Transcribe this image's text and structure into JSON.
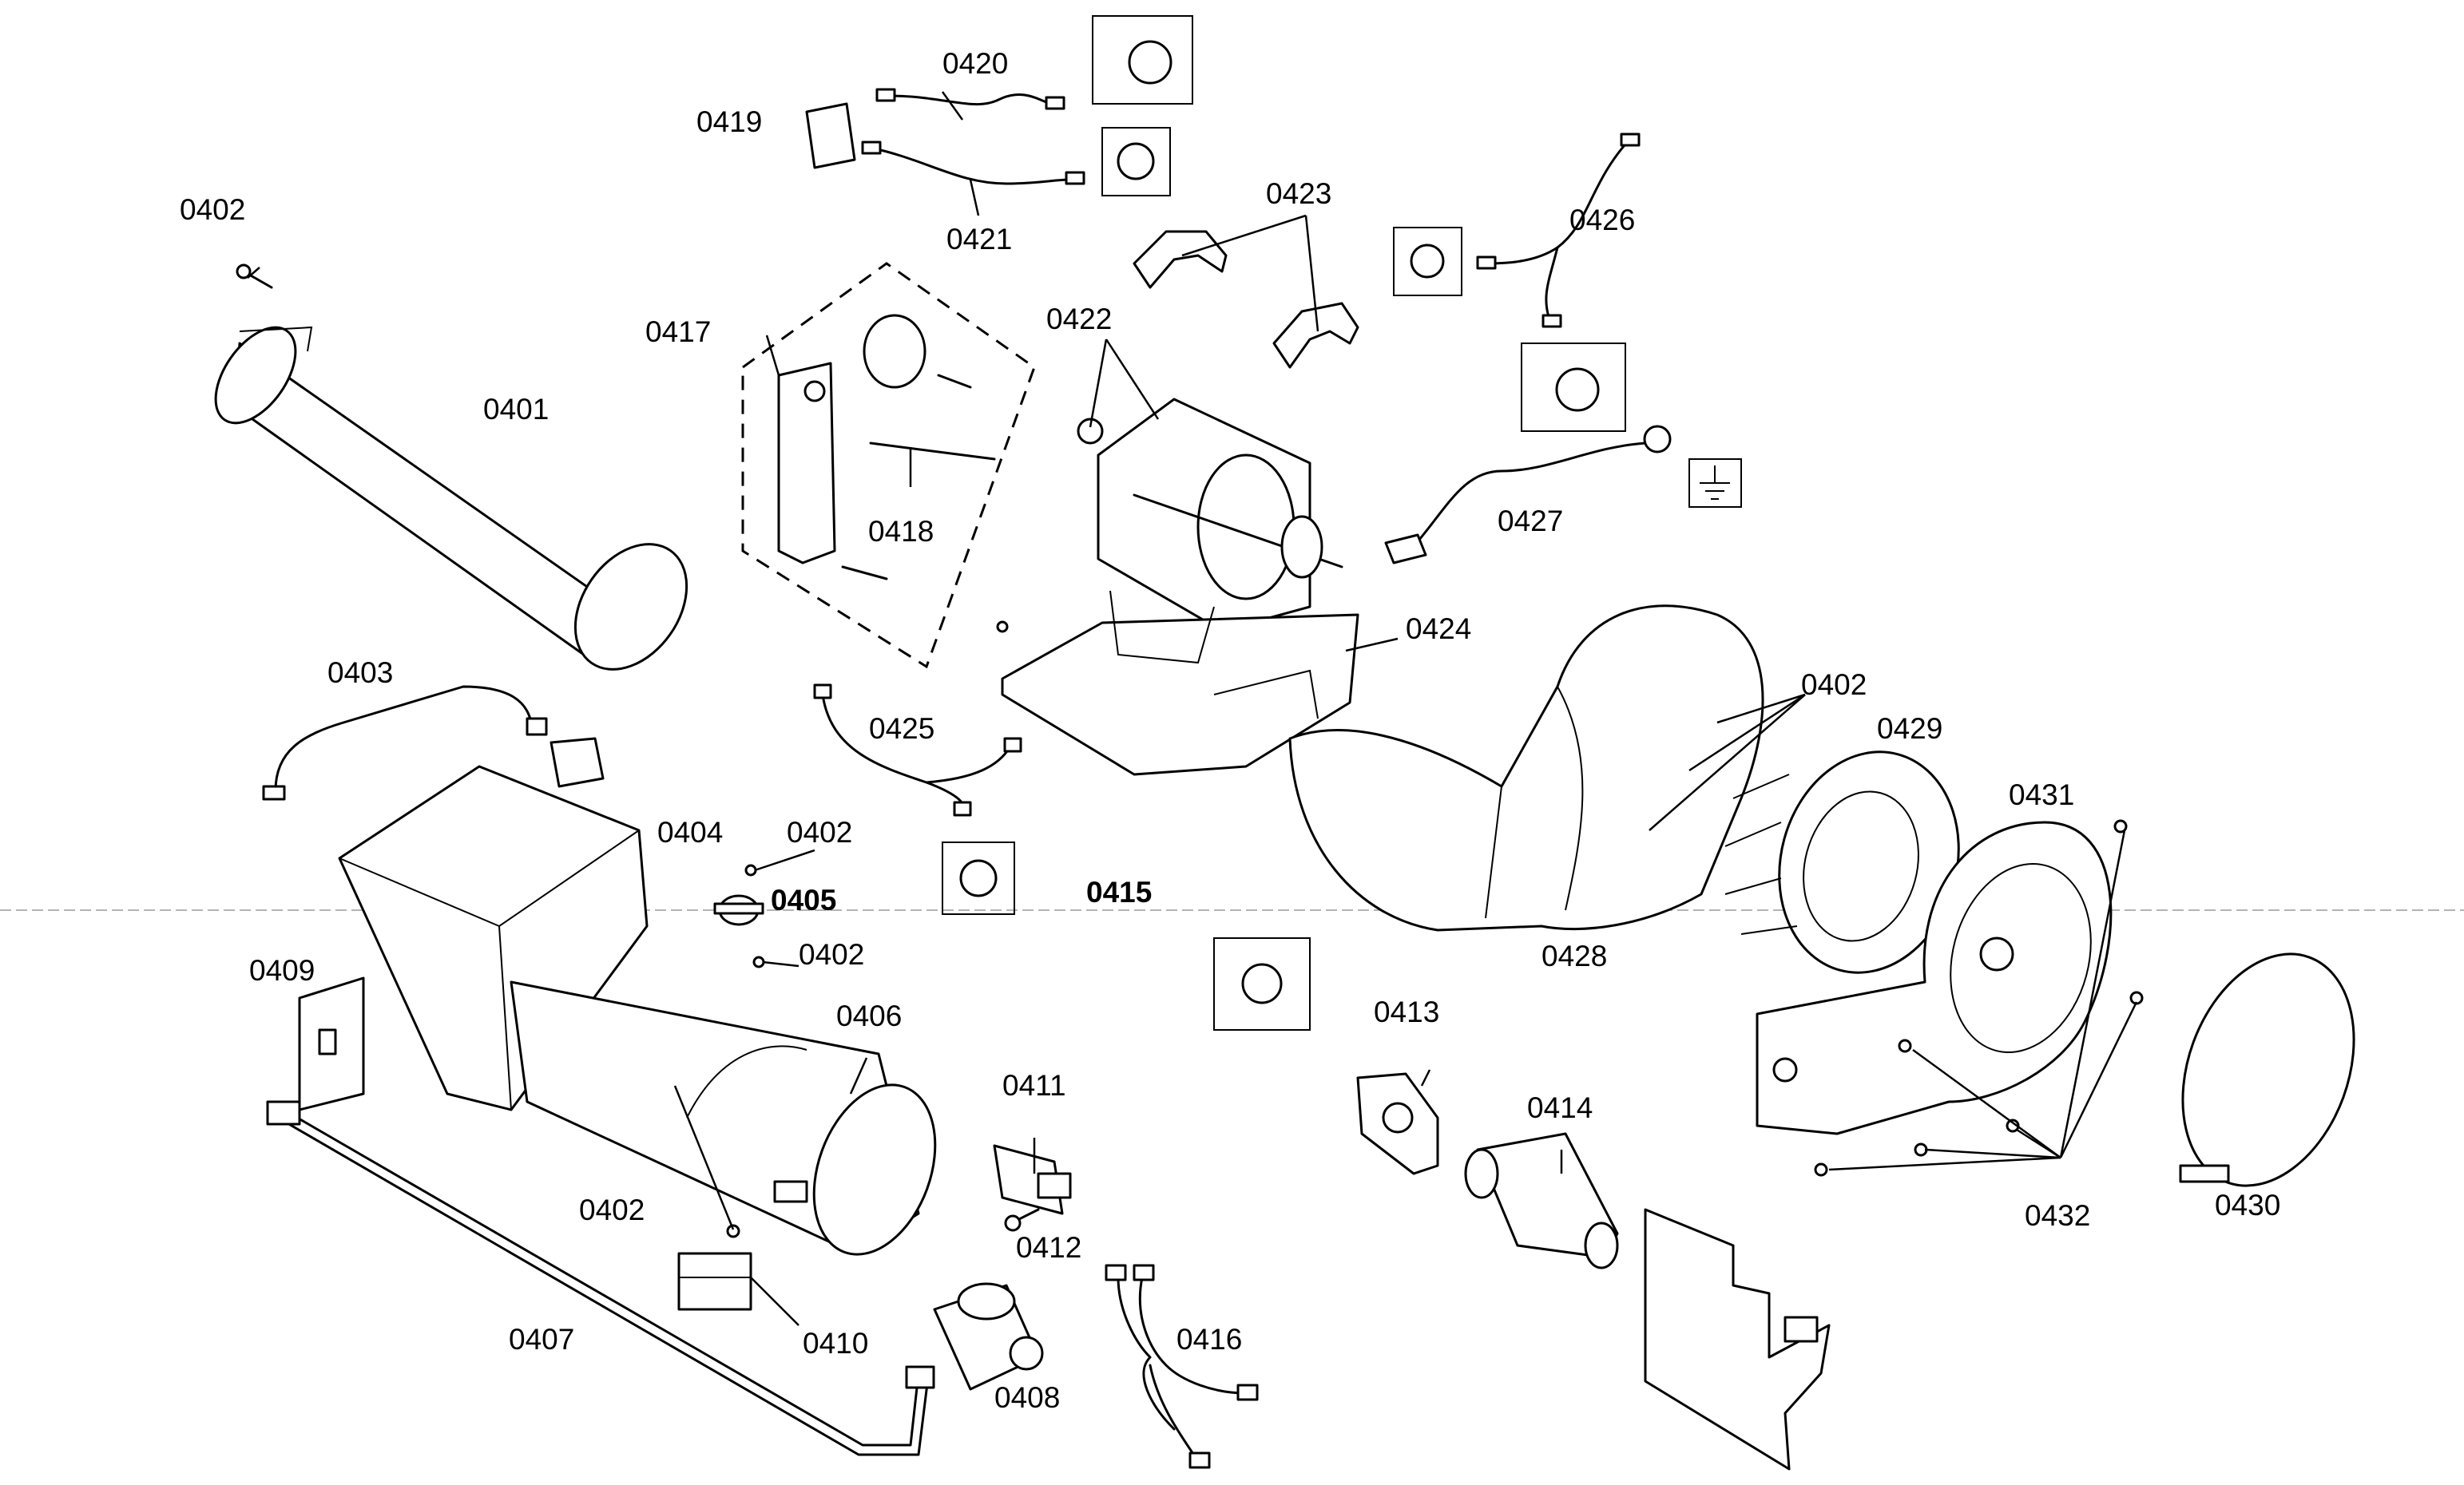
{
  "labels": {
    "p0401": "0401",
    "p0402": "0402",
    "p0403": "0403",
    "p0404": "0404",
    "p0405": "0405",
    "p0406": "0406",
    "p0407": "0407",
    "p0408": "0408",
    "p0409": "0409",
    "p0410": "0410",
    "p0411": "0411",
    "p0412": "0412",
    "p0413": "0413",
    "p0414": "0414",
    "p0415": "0415",
    "p0416": "0416",
    "p0417": "0417",
    "p0418": "0418",
    "p0419": "0419",
    "p0420": "0420",
    "p0421": "0421",
    "p0422": "0422",
    "p0423": "0423",
    "p0424": "0424",
    "p0425": "0425",
    "p0426": "0426",
    "p0427": "0427",
    "p0428": "0428",
    "p0429": "0429",
    "p0430": "0430",
    "p0431": "0431",
    "p0432": "0432"
  },
  "icons": [
    "connector-icon",
    "ground-symbol-icon"
  ]
}
